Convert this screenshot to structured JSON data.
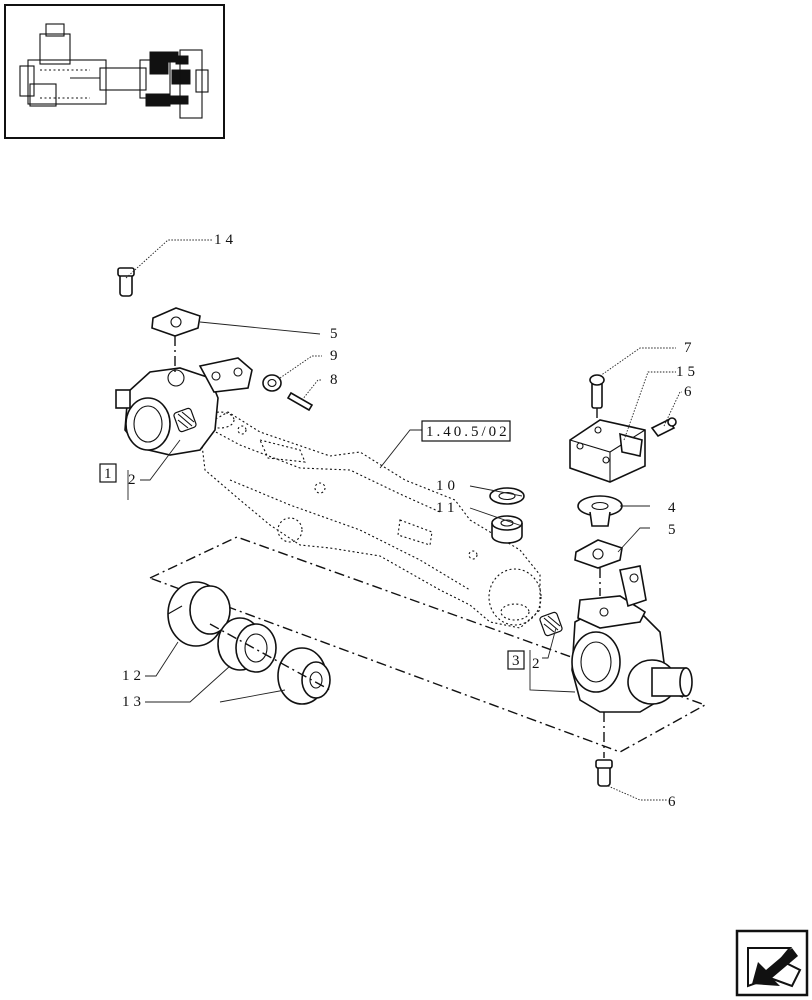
{
  "labels": {
    "p14": "14",
    "p5a": "5",
    "p9": "9",
    "p8": "8",
    "p7": "7",
    "p15": "15",
    "p6a": "6",
    "p4": "4",
    "p5b": "5",
    "p10": "10",
    "p11": "11",
    "p12": "12",
    "p13": "13",
    "p6b": "6",
    "box1": "1",
    "p2a": "2",
    "box3": "3",
    "p2b": "2",
    "ref": "1.40.5/02"
  },
  "icons": {
    "thumbnail": "axle-assembly-thumbnail",
    "next": "next-page-arrow-icon"
  }
}
